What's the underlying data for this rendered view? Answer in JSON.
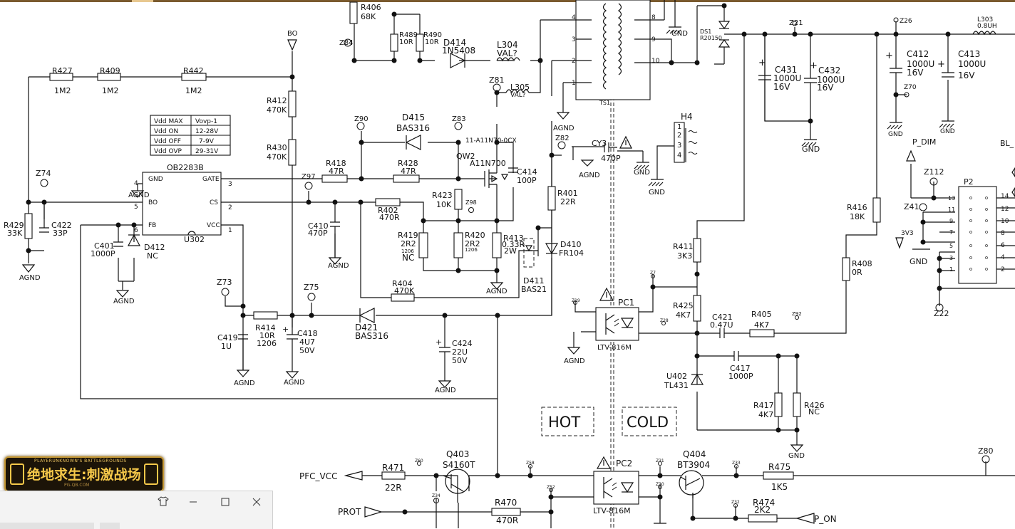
{
  "resistors": [
    {
      "id": "R427",
      "val": "1M2"
    },
    {
      "id": "R409",
      "val": "1M2"
    },
    {
      "id": "R442",
      "val": "1M2"
    },
    {
      "id": "R406",
      "val": "68K"
    },
    {
      "id": "R489",
      "val": "10R"
    },
    {
      "id": "R490",
      "val": "10R"
    },
    {
      "id": "R412",
      "val": "470K"
    },
    {
      "id": "R430",
      "val": "470K"
    },
    {
      "id": "R418",
      "val": "47R"
    },
    {
      "id": "R428",
      "val": "47R"
    },
    {
      "id": "R423",
      "val": "10K"
    },
    {
      "id": "R402",
      "val": "470R"
    },
    {
      "id": "R419",
      "val": "2R2"
    },
    {
      "id": "R420",
      "val": "2R2"
    },
    {
      "id": "R413",
      "val": "0.33R"
    },
    {
      "id": "R404",
      "val": "470K"
    },
    {
      "id": "R414",
      "val": "10R"
    },
    {
      "id": "R429",
      "val": "33K"
    },
    {
      "id": "R401",
      "val": "22R"
    },
    {
      "id": "R411",
      "val": "3K3"
    },
    {
      "id": "R425",
      "val": "4K7"
    },
    {
      "id": "R405",
      "val": "4K7"
    },
    {
      "id": "R417",
      "val": "4K7"
    },
    {
      "id": "R426",
      "val": "NC"
    },
    {
      "id": "R416",
      "val": "18K"
    },
    {
      "id": "R408",
      "val": "0R"
    },
    {
      "id": "R471",
      "val": "22R"
    },
    {
      "id": "R470",
      "val": "470R"
    },
    {
      "id": "R475",
      "val": "1K5"
    },
    {
      "id": "R474",
      "val": "2K2"
    }
  ],
  "pkg1206": "1206",
  "r413_watt": "2W",
  "r419_nc": "NC",
  "capacitors": [
    {
      "id": "C422",
      "val": "33P"
    },
    {
      "id": "C401",
      "val": "1000P"
    },
    {
      "id": "C419",
      "val": "1U"
    },
    {
      "id": "C418",
      "val": "4U7",
      "v": "50V"
    },
    {
      "id": "C410",
      "val": "470P"
    },
    {
      "id": "C414",
      "val": "100P"
    },
    {
      "id": "C424",
      "val": "22U",
      "v": "50V"
    },
    {
      "id": "CY3",
      "val": "470P"
    },
    {
      "id": "C431",
      "val": "1000U",
      "v": "16V"
    },
    {
      "id": "C432",
      "val": "1000U",
      "v": "16V"
    },
    {
      "id": "C412",
      "val": "1000U",
      "v": "16V"
    },
    {
      "id": "C413",
      "val": "1000U",
      "v": "16V"
    },
    {
      "id": "C421",
      "val": "0.47U"
    },
    {
      "id": "C417",
      "val": "1000P"
    }
  ],
  "diodes": [
    {
      "id": "D414",
      "val": "1N5408"
    },
    {
      "id": "D415",
      "val": "BAS316"
    },
    {
      "id": "D412",
      "val": "NC"
    },
    {
      "id": "D421",
      "val": "BAS316"
    },
    {
      "id": "D410",
      "val": "FR104"
    },
    {
      "id": "D411",
      "val": "BAS21"
    },
    {
      "id": "DS1",
      "val": "R20150"
    }
  ],
  "inductors": [
    {
      "id": "L304",
      "val": "VAL?"
    },
    {
      "id": "L305",
      "val": "VAL?"
    },
    {
      "id": "L303",
      "val": "0.8UH"
    }
  ],
  "transistors": {
    "qw2": {
      "id": "QW2",
      "val": "A11N700"
    },
    "qw2_note": "11-A11N70-0CX",
    "q403": {
      "id": "Q403",
      "val": "S4160T"
    },
    "q404": {
      "id": "Q404",
      "val": "BT3904"
    }
  },
  "ic": {
    "name": "OB2283B",
    "ref": "U302",
    "pins": [
      {
        "n": "4",
        "label": "GND"
      },
      {
        "n": "5",
        "label": "BO"
      },
      {
        "n": "6",
        "label": "FB"
      },
      {
        "n": "3",
        "label": "GATE"
      },
      {
        "n": "2",
        "label": "CS"
      },
      {
        "n": "1",
        "label": "VCC"
      }
    ]
  },
  "vdd_table": [
    [
      "Vdd MAX",
      "Vovp-1"
    ],
    [
      "Vdd ON",
      "12-28V"
    ],
    [
      "Vdd OFF",
      "7-9V"
    ],
    [
      "Vdd OVP",
      "29-31V"
    ]
  ],
  "opto": [
    {
      "id": "PC1",
      "val": "LTV-816M"
    },
    {
      "id": "PC2",
      "val": "LTV-816M"
    }
  ],
  "tl431": {
    "id": "U402",
    "val": "TL431"
  },
  "transformer": {
    "id": "TS1",
    "pins": [
      "4",
      "3",
      "2",
      "1",
      "8",
      "9",
      "10"
    ]
  },
  "connector_h4": {
    "id": "H4",
    "pins": [
      "1",
      "2",
      "3",
      "4"
    ]
  },
  "connector_p2": {
    "id": "P2",
    "left": [
      "13",
      "11",
      "9",
      "7",
      "5",
      "3",
      "1"
    ],
    "right": [
      "14",
      "12",
      "10",
      "8",
      "6",
      "4",
      "2"
    ]
  },
  "testpoints": [
    "Z74",
    "Z84",
    "Z90",
    "Z83",
    "Z81",
    "Z97",
    "Z98",
    "Z73",
    "Z75",
    "Z82",
    "Z21",
    "Z26",
    "Z70",
    "Z112",
    "Z41",
    "Z22",
    "Z7",
    "Z19",
    "Z28",
    "Z92",
    "Z80",
    "Z60",
    "Z34",
    "Z58",
    "Z52",
    "Z31",
    "Z30",
    "Z33",
    "Z32"
  ],
  "labels": {
    "bo": "BO",
    "hot": "HOT",
    "cold": "COLD",
    "pfc_vcc": "PFC_VCC",
    "prot": "PROT",
    "p_on": "P_ON",
    "p_dim": "P_DIM",
    "bl": "BL_",
    "v33": "3V3"
  },
  "grounds": {
    "agnd": "AGND",
    "gnd": "GND"
  },
  "logo": {
    "line1": "PLAYERUNKNOWN'S BATTLEGROUNDS",
    "line2": "绝地求生:刺激战场",
    "line3": "PG-QB.COM"
  },
  "window_icons": [
    "shirt-icon",
    "minimize-icon",
    "maximize-icon",
    "close-icon"
  ],
  "colors": {
    "ink": "#111111",
    "logo_gold": "#f5c84a",
    "logo_bg": "#1c1408",
    "window_bg": "#f3f3f3"
  }
}
